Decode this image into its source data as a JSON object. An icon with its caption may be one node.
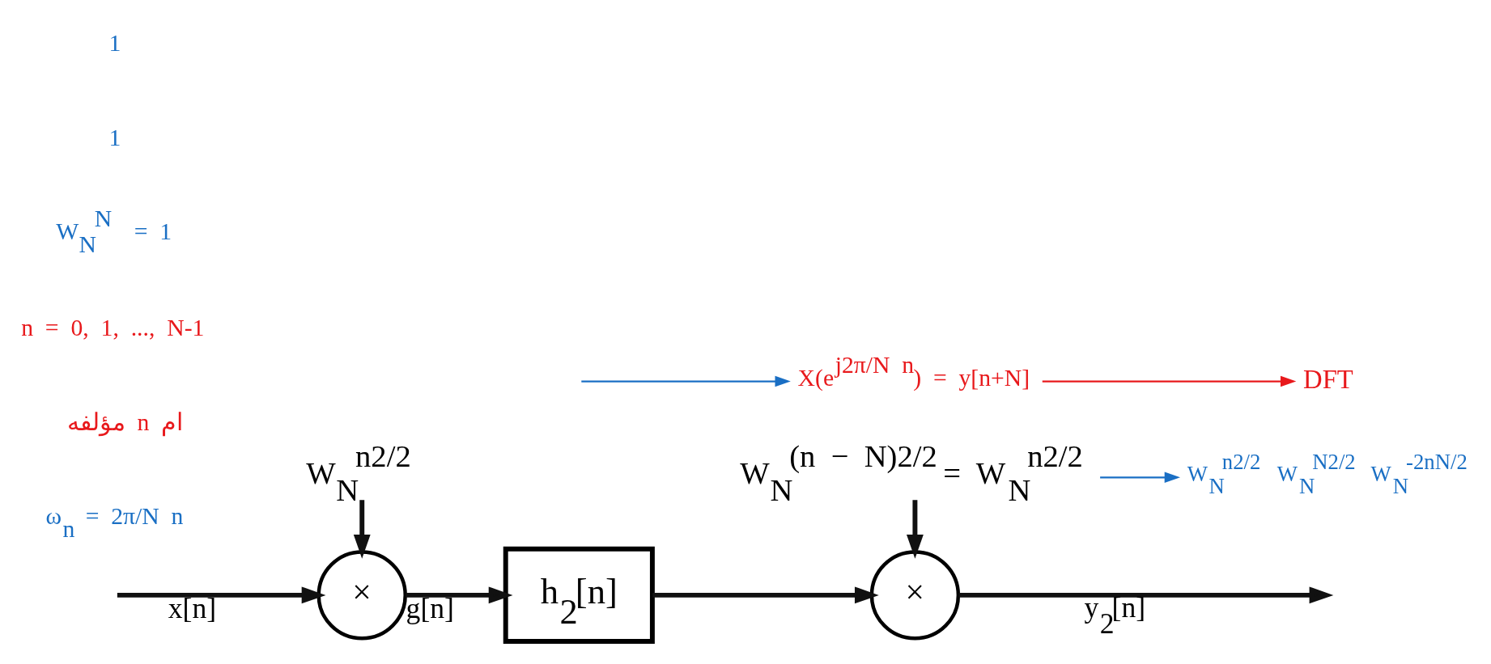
{
  "diagram": {
    "nodes": [
      {
        "text": [
          "×"
        ]
      },
      {
        "text": [
          "h$_{2}$[n]"
        ]
      },
      {
        "text": [
          "×"
        ]
      },
      {
        "text": [
          "W$_{N}$$^{n2/2}$"
        ]
      },
      {
        "text": [
          "W$_{N}$$^{(n − N)2/2}$ = W$_{N}$$^{n2/2}$"
        ]
      },
      {
        "text": [
          "X(e$^{j2π/N n}$) = y[n+N]"
        ]
      },
      {
        "text": [
          "DFT"
        ]
      },
      {
        "text": [
          "W$_{N}$$^{n2/2}$ W$_{N}$$^{N2/2}$ W$_{N}$$^{-2nN/2}$"
        ]
      }
    ],
    "edges": [
      {
        "from": null,
        "to": 0,
        "arrow": "to",
        "label": "x[n]"
      },
      {
        "from": 0,
        "to": 1,
        "arrow": "to",
        "label": "g[n]"
      },
      {
        "from": 1,
        "to": 2,
        "arrow": "to"
      },
      {
        "from": 2,
        "to": null,
        "arrow": "to",
        "label": "y$_{2}$[n]"
      },
      {
        "from": 3,
        "to": 0,
        "arrow": "to"
      },
      {
        "from": 4,
        "to": 2,
        "arrow": "to"
      },
      {
        "from": 5,
        "to": 6,
        "arrow": "to",
        "color": "#e8191c"
      },
      {
        "from": 4,
        "to": 7,
        "arrow": "to",
        "color": "#1a6fc4"
      },
      {
        "from": null,
        "to": 5,
        "arrow": "to",
        "color": "#1a6fc4"
      }
    ],
    "labels": [
      "ω$_{n}$ = 2π/N n",
      "مؤلفه n ام",
      "n = 0, 1, ..., N-1",
      "W$_{N}$$^{N}$ = 1",
      "1",
      "1"
    ]
  }
}
